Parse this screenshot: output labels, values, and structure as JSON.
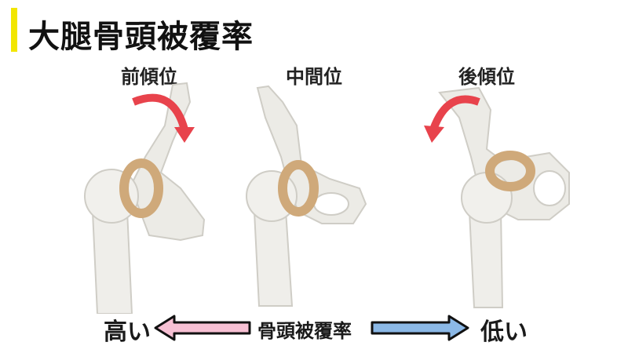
{
  "title": "大腿骨頭被覆率",
  "colors": {
    "title_bar": "#f2e600",
    "rotation_arrow": "#e8434c",
    "high_arrow": "#f7c0d4",
    "low_arrow": "#8bb8e6",
    "bone": "#eeeeea",
    "ring": "#cfa97a"
  },
  "panels": [
    {
      "label": "前傾位",
      "rotation": "clockwise"
    },
    {
      "label": "中間位",
      "rotation": "none"
    },
    {
      "label": "後傾位",
      "rotation": "counterclockwise"
    }
  ],
  "scale": {
    "left_label": "高い",
    "center_label": "骨頭被覆率",
    "right_label": "低い"
  }
}
